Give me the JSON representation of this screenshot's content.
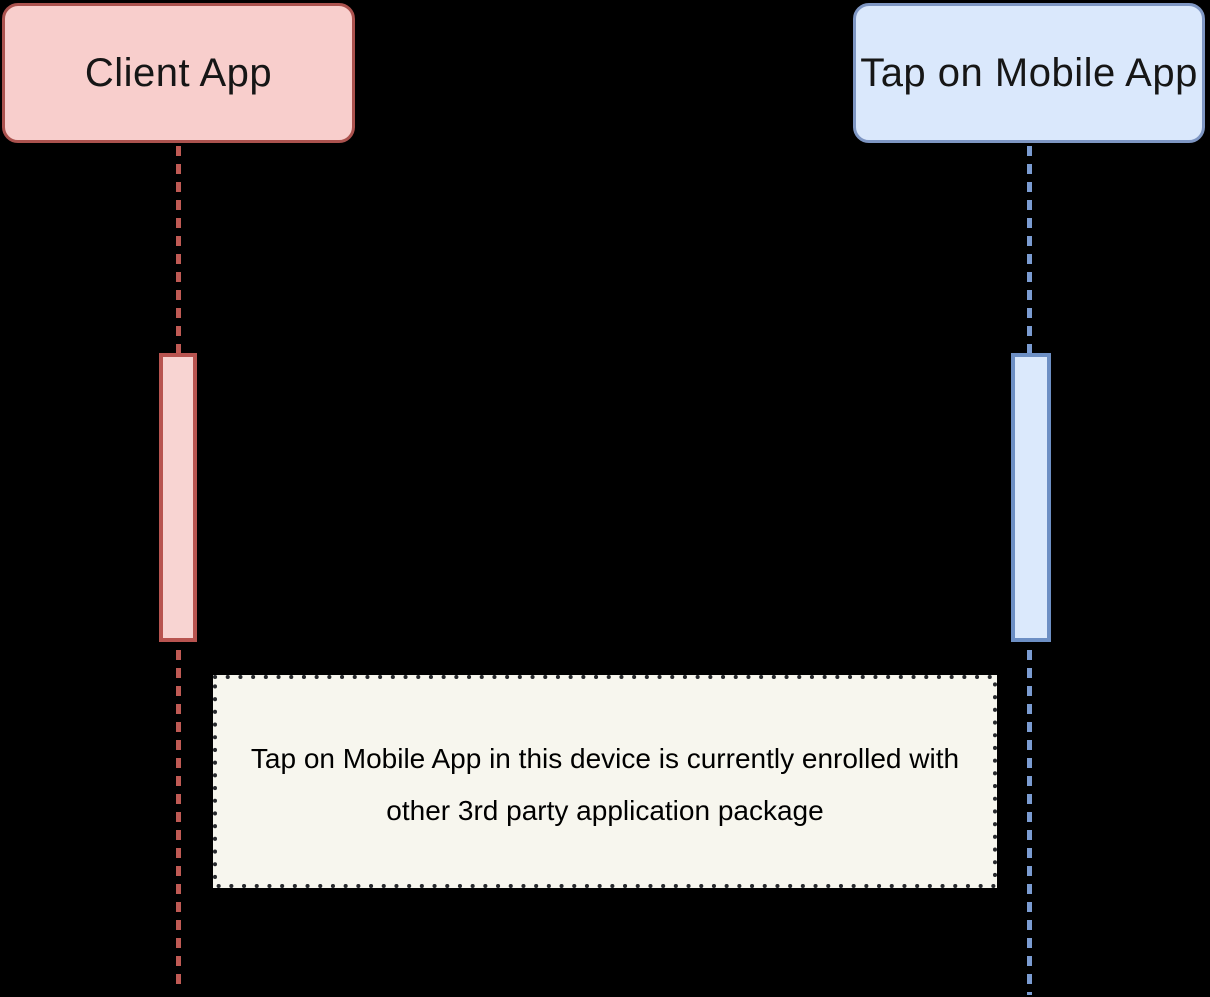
{
  "diagram": {
    "type": "sequence-diagram",
    "background": "#000000",
    "participants": [
      {
        "id": "client-app",
        "label": "Client App",
        "fill": "#f8cecc",
        "stroke": "#ab524e",
        "lifeline_color": "#bf5a54"
      },
      {
        "id": "tap-on-mobile-app",
        "label": "Tap on Mobile App",
        "fill": "#dae8fc",
        "stroke": "#7e96c3",
        "lifeline_color": "#7b9cd2"
      }
    ],
    "activations": [
      {
        "participant": "client-app",
        "fill": "#f8d4d2",
        "stroke": "#b85450"
      },
      {
        "participant": "tap-on-mobile-app",
        "fill": "#dbe9fc",
        "stroke": "#6d8fc4"
      }
    ],
    "note": {
      "line1": "Tap on Mobile App in this device is currently enrolled with",
      "line2": "other 3rd party application package",
      "fill": "#f7f6ee",
      "border_color": "#26282c",
      "border_style": "dotted"
    }
  }
}
